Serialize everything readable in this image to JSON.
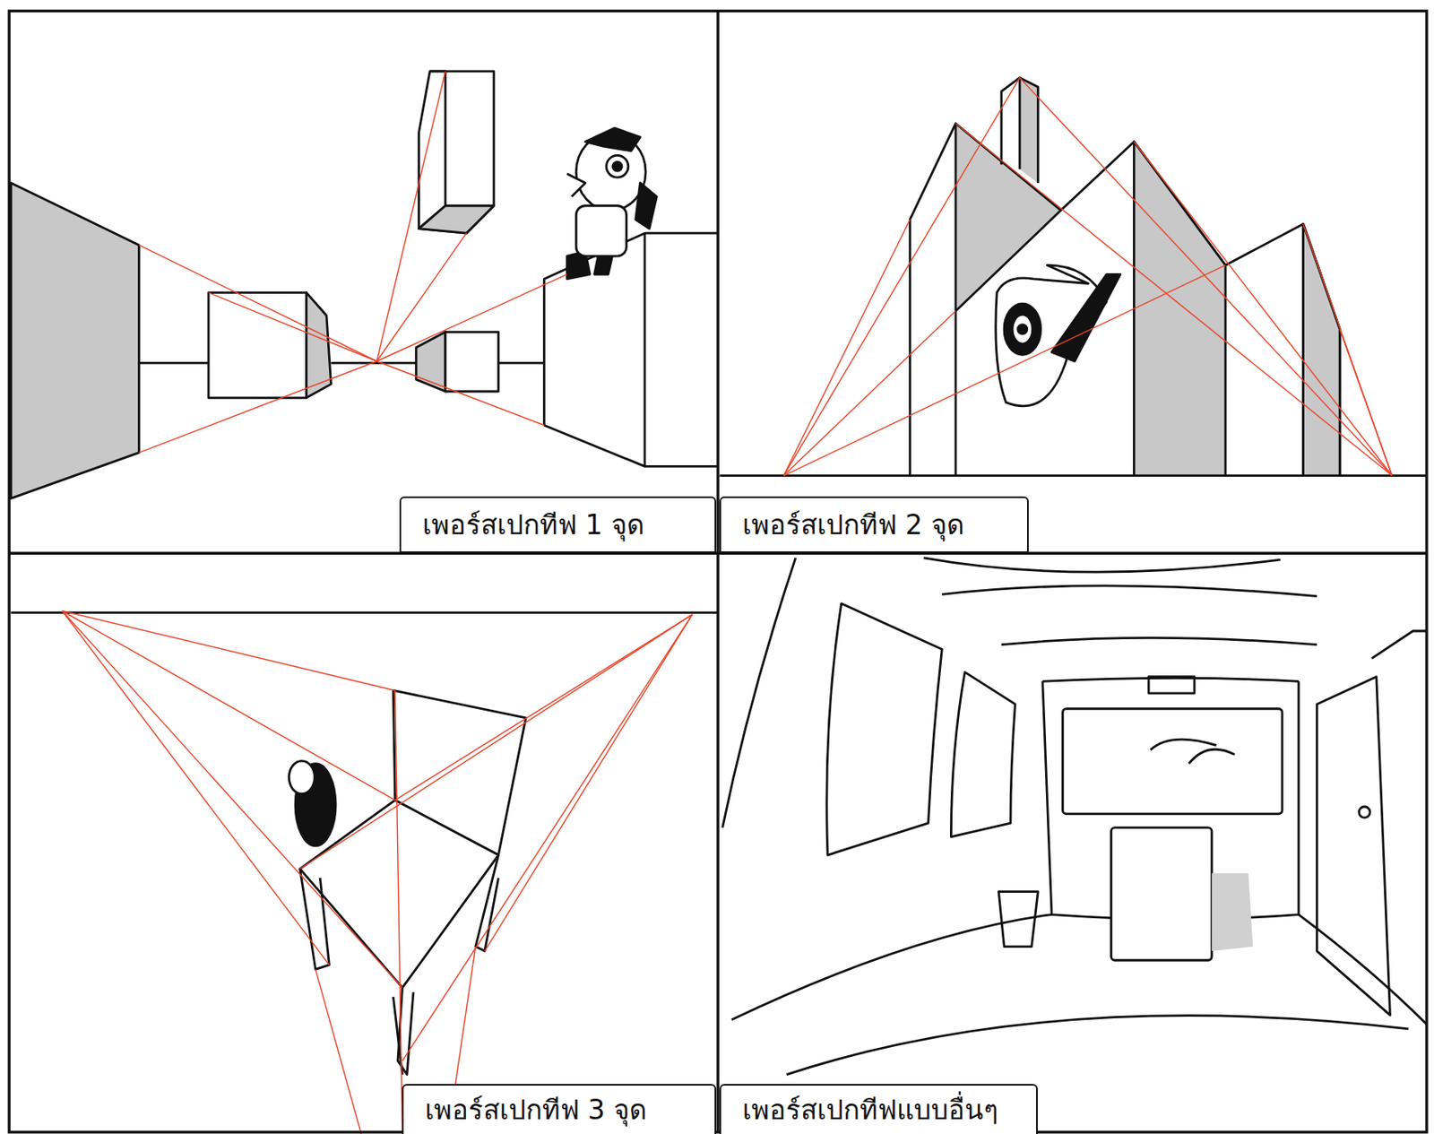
{
  "diagram": {
    "nodes": [
      {
        "text": [
          "เพอร์สเปกทีฟ 1 จุด"
        ]
      },
      {
        "text": [
          "เพอร์สเปกทีฟ 2 จุด"
        ]
      },
      {
        "text": [
          "เพอร์สเปกทีฟ 3 จุด"
        ]
      },
      {
        "text": [
          "เพอร์สเปกทีฟแบบอื่นๆ"
        ]
      }
    ]
  }
}
